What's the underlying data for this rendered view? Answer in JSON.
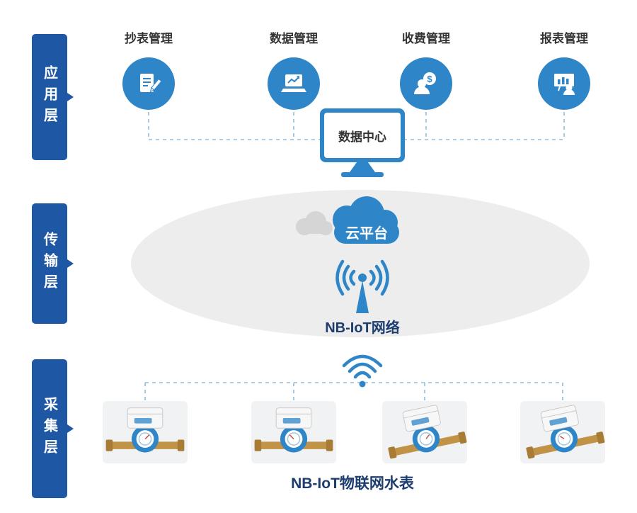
{
  "layers": [
    {
      "label": "应用层"
    },
    {
      "label": "传输层"
    },
    {
      "label": "采集层"
    }
  ],
  "application": {
    "modules": [
      {
        "label": "抄表管理"
      },
      {
        "label": "数据管理"
      },
      {
        "label": "收费管理"
      },
      {
        "label": "报表管理"
      }
    ],
    "data_center_label": "数据中心"
  },
  "transmission": {
    "cloud_label": "云平台",
    "network_label": "NB-IoT网络"
  },
  "collection": {
    "caption": "NB-IoT物联网水表"
  },
  "colors": {
    "layer_blue": "#1e57a4",
    "icon_blue": "#2e86c8",
    "dash_blue": "#8fbede",
    "ellipse_gray": "#ededed",
    "text_navy": "#1c3d6e",
    "text_dark": "#333333"
  }
}
